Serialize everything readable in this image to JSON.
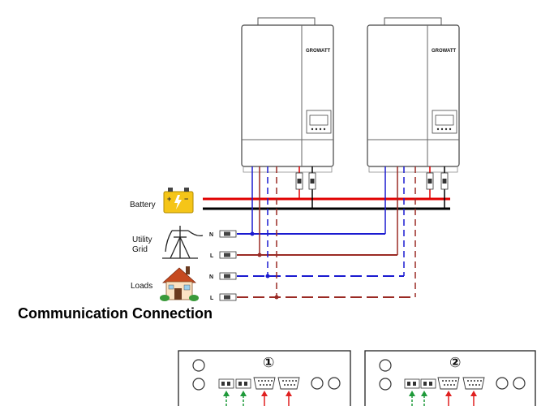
{
  "inverters": [
    {
      "brand": "GROWATT"
    },
    {
      "brand": "GROWATT"
    }
  ],
  "sources": {
    "battery": "Battery",
    "utility_line1": "Utility",
    "utility_line2": "Grid",
    "loads": "Loads"
  },
  "wire_labels": {
    "neutral": "N",
    "live": "L"
  },
  "colors": {
    "battery_positive": "#e00000",
    "battery_negative": "#000000",
    "grid_neutral": "#1a1ad0",
    "grid_live": "#9a2a24",
    "comm_green": "#1f9a3a",
    "comm_red": "#e02020"
  },
  "communication": {
    "heading": "Communication Connection",
    "ports": [
      {
        "number": "①"
      },
      {
        "number": "②"
      }
    ]
  }
}
